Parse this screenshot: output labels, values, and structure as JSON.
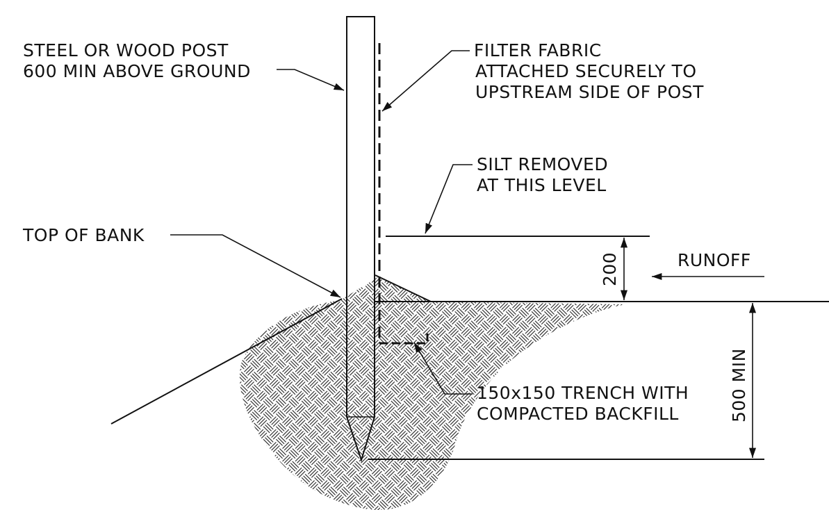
{
  "labels": {
    "post_line1": "STEEL OR WOOD POST",
    "post_line2": "600 MIN ABOVE GROUND",
    "fabric_line1": "FILTER FABRIC",
    "fabric_line2": "ATTACHED SECURELY TO",
    "fabric_line3": "UPSTREAM SIDE OF POST",
    "silt_line1": "SILT REMOVED",
    "silt_line2": "AT THIS LEVEL",
    "top_of_bank": "TOP OF BANK",
    "runoff": "RUNOFF",
    "dim_200": "200",
    "trench_line1": "150x150 TRENCH WITH",
    "trench_line2": "COMPACTED BACKFILL",
    "dim_500": "500 MIN"
  }
}
